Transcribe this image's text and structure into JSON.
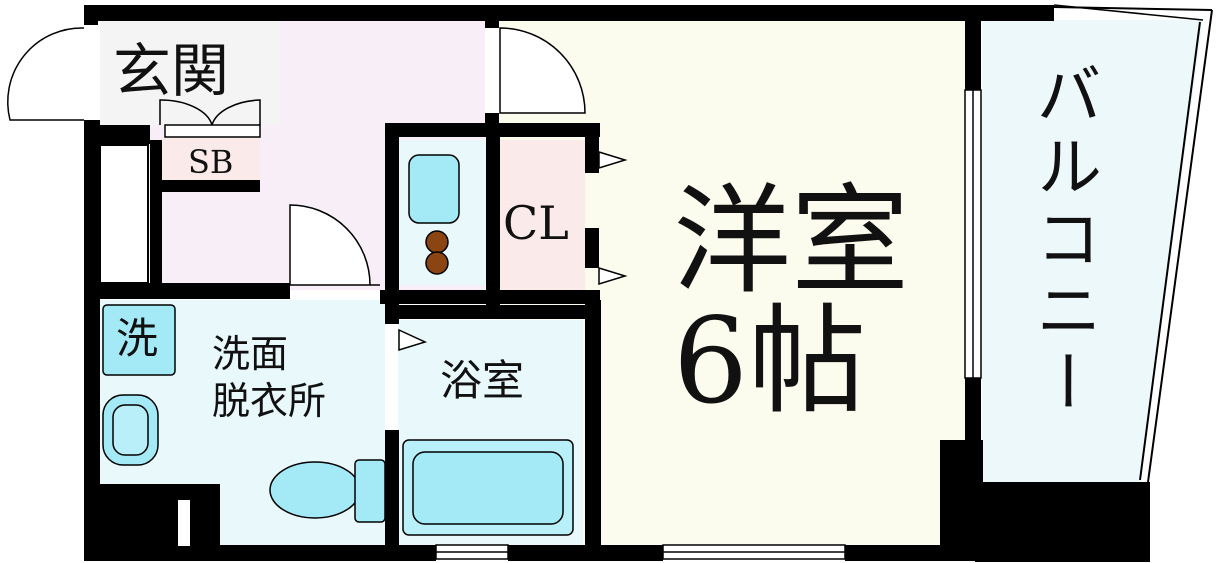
{
  "floorplan": {
    "rooms": {
      "entrance": "玄関",
      "shoe_box": "SB",
      "closet": "CL",
      "washer": "洗",
      "washroom_line1": "洗面",
      "washroom_line2": "脱衣所",
      "bathroom": "浴室",
      "western_room_line1": "洋室",
      "western_room_line2": "6帖",
      "balcony": "バルコニー"
    },
    "colors": {
      "wall": "#000000",
      "entrance_floor": "#f4f4f4",
      "hall_floor": "#f8eef8",
      "western_room_floor": "#fbfbee",
      "washroom_floor": "#e9f8fb",
      "closet_floor": "#fbeaea",
      "balcony_floor": "#edf8fa",
      "fixture": "#a4eaf6",
      "stove": "#8b4513"
    }
  }
}
